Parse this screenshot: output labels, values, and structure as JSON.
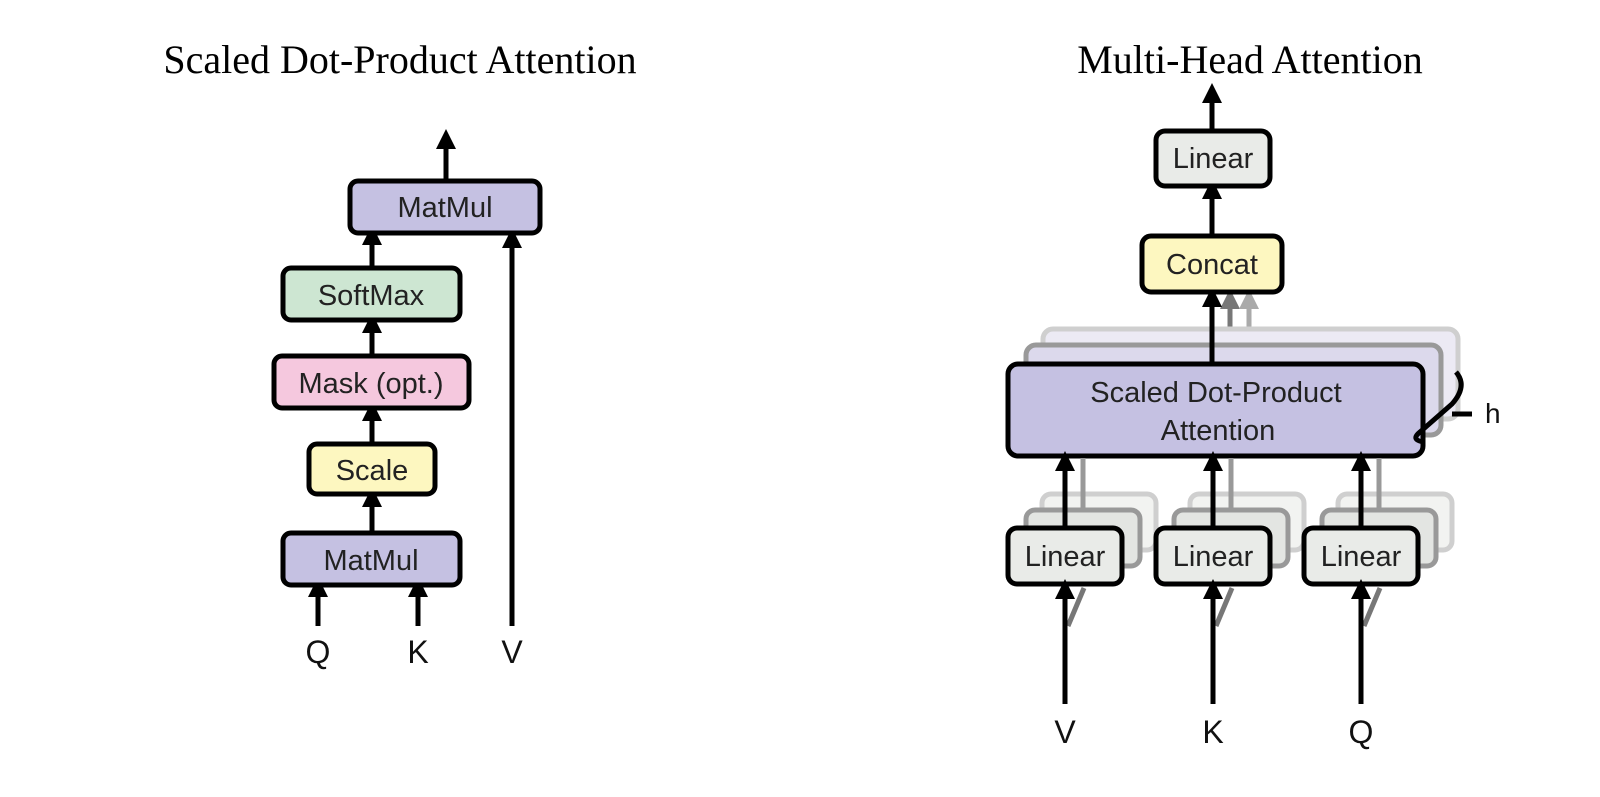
{
  "colors": {
    "matmul": "#c5c1e2",
    "softmax": "#cde6d2",
    "mask": "#f5c8de",
    "scale": "#fdf7c0",
    "concat": "#fdf7c0",
    "linear": "#e9ebe8",
    "attention": "#c5c1e2"
  },
  "left": {
    "title": "Scaled Dot-Product Attention",
    "boxes": {
      "matmul_top": "MatMul",
      "softmax": "SoftMax",
      "mask": "Mask (opt.)",
      "scale": "Scale",
      "matmul_bottom": "MatMul"
    },
    "inputs": {
      "q": "Q",
      "k": "K",
      "v": "V"
    }
  },
  "right": {
    "title": "Multi-Head Attention",
    "boxes": {
      "linear_top": "Linear",
      "concat": "Concat",
      "attention_line1": "Scaled Dot-Product",
      "attention_line2": "Attention",
      "linear_v": "Linear",
      "linear_k": "Linear",
      "linear_q": "Linear"
    },
    "heads_label": "h",
    "inputs": {
      "v": "V",
      "k": "K",
      "q": "Q"
    }
  }
}
